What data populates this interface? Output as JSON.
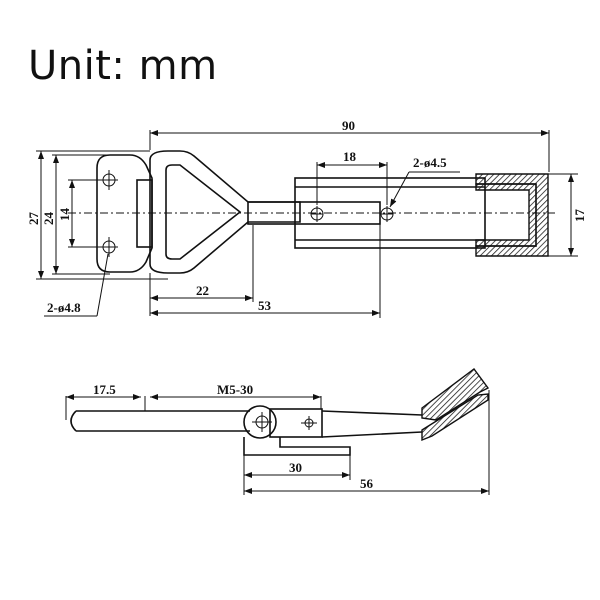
{
  "title": "Unit: mm",
  "top_view": {
    "dimensions": {
      "overall_length": "90",
      "hole_spacing": "18",
      "hook_hole_label": "2-ø4.5",
      "base_hole_label": "2-ø4.8",
      "height_outer": "27",
      "height_inner": "24",
      "base_hole_spacing": "14",
      "hook_height": "17",
      "loop_length": "22",
      "body_length": "53"
    }
  },
  "side_view": {
    "dimensions": {
      "handle_offset": "17.5",
      "adjust_range": "M5-30",
      "base_length": "30",
      "overall_length": "56"
    }
  }
}
